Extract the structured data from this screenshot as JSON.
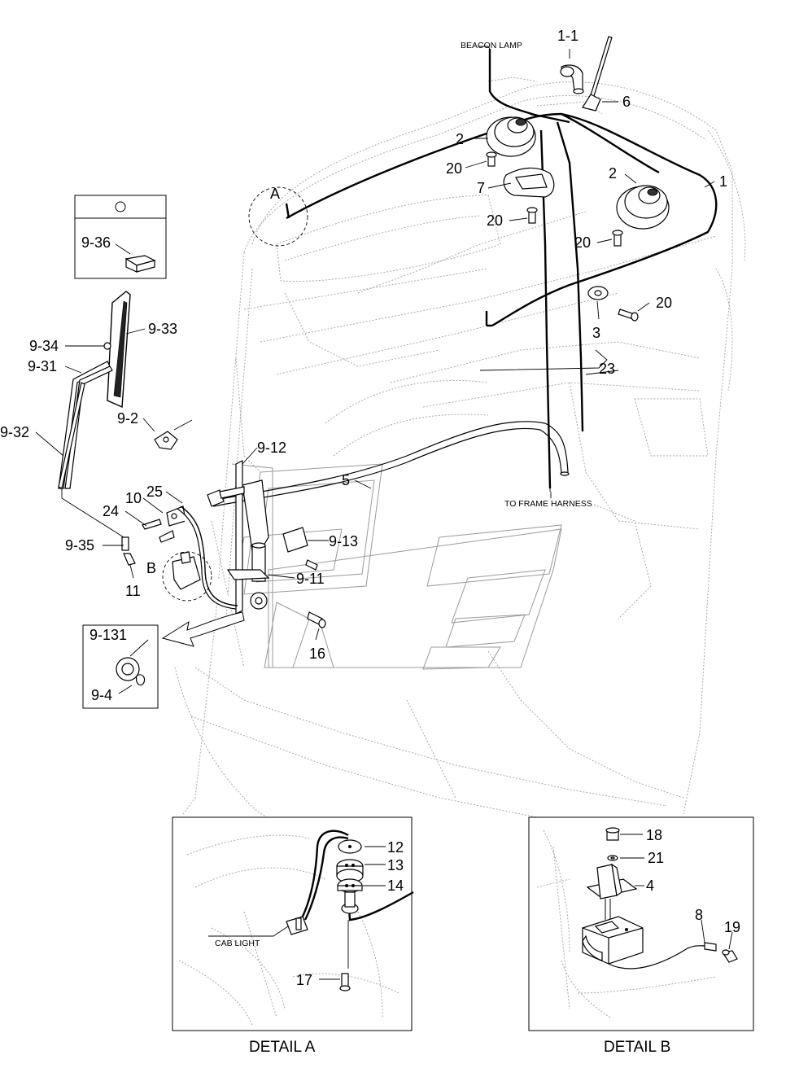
{
  "callouts": {
    "beacon_lamp": "BEACON LAMP",
    "to_frame_harness": "TO FRAME HARNESS",
    "cab_light": "CAB LIGHT",
    "detail_a_marker": "A",
    "detail_b_marker": "B"
  },
  "part_numbers": {
    "p1_1": "1-1",
    "p6": "6",
    "p2a": "2",
    "p20a": "20",
    "p7": "7",
    "p2b": "2",
    "p1": "1",
    "p20b": "20",
    "p20c": "20",
    "p20d": "20",
    "p3": "3",
    "p23": "23",
    "p9_36": "9-36",
    "p9_34": "9-34",
    "p9_33": "9-33",
    "p9_31": "9-31",
    "p9_32": "9-32",
    "p9_2": "9-2",
    "p9_12": "9-12",
    "p5": "5",
    "p25": "25",
    "p10": "10",
    "p24": "24",
    "p9_35": "9-35",
    "p9_13": "9-13",
    "p9_11": "9-11",
    "p11": "11",
    "p9_131": "9-131",
    "p9_4": "9-4",
    "p16": "16"
  },
  "detail_a": {
    "title": "DETAIL A",
    "labels": {
      "p12": "12",
      "p13": "13",
      "p14": "14",
      "p17": "17"
    }
  },
  "detail_b": {
    "title": "DETAIL B",
    "labels": {
      "p18": "18",
      "p21": "21",
      "p4": "4",
      "p8": "8",
      "p19": "19"
    }
  }
}
